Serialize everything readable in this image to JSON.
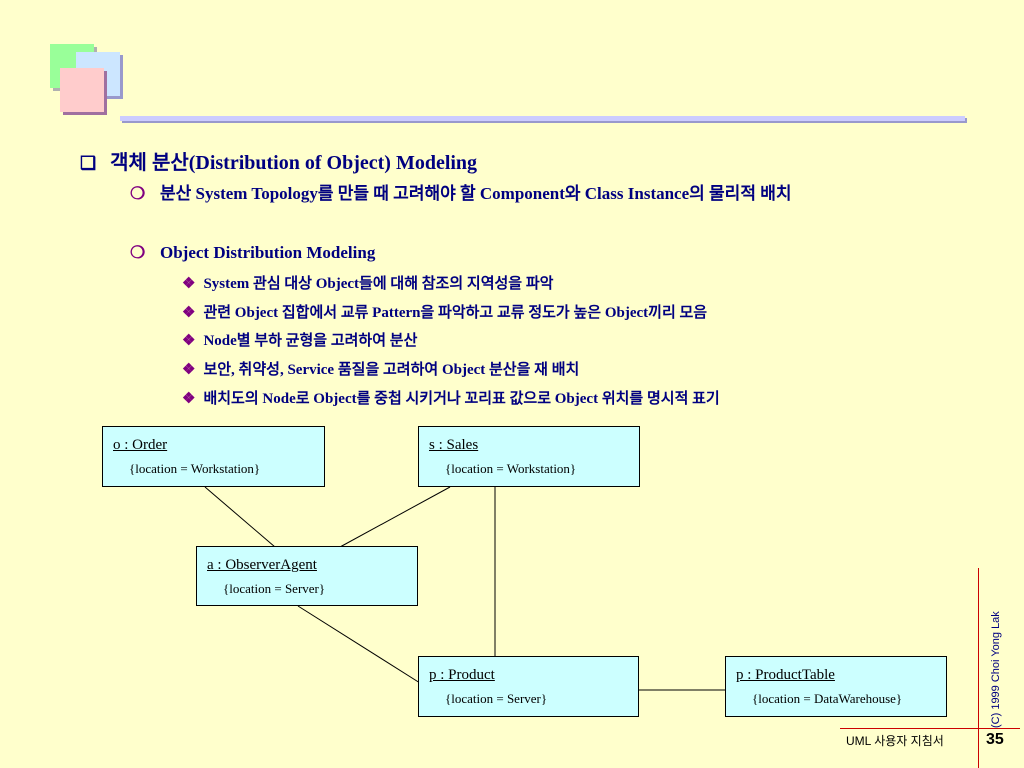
{
  "slide": {
    "heading": "객체 분산(Distribution of Object) Modeling",
    "bullets_l2": [
      "분산 System Topology를 만들 때 고려해야 할 Component와 Class Instance의 물리적 배치",
      "Object Distribution Modeling"
    ],
    "bullets_l3": [
      "System 관심 대상 Object들에 대해 참조의 지역성을 파악",
      "관련 Object 집합에서 교류 Pattern을 파악하고 교류 정도가 높은 Object끼리 모음",
      "Node별 부하 균형을 고려하여 분산",
      "보안, 취약성, Service 품질을 고려하여 Object 분산을 재 배치",
      "배치도의 Node로 Object를 중첩 시키거나 꼬리표 값으로 Object 위치를 명시적 표기"
    ]
  },
  "diagram": {
    "objects": [
      {
        "name": "o : Order",
        "location": "{location = Workstation}"
      },
      {
        "name": "s : Sales",
        "location": "{location = Workstation}"
      },
      {
        "name": "a : ObserverAgent",
        "location": "{location = Server}"
      },
      {
        "name": "p : Product",
        "location": "{location = Server}"
      },
      {
        "name": "p : ProductTable",
        "location": "{location = DataWarehouse}"
      }
    ]
  },
  "footer": {
    "copyright": "(C) 1999 Choi Yong Lak",
    "course": "UML 사용자 지침서",
    "page": "35"
  }
}
